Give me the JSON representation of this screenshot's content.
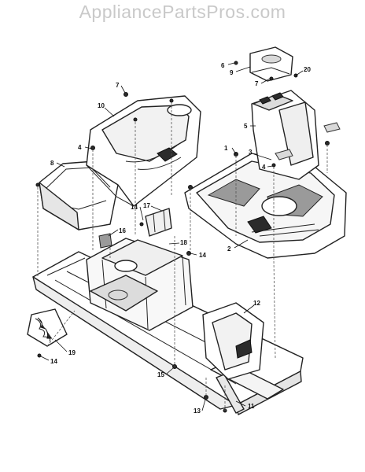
{
  "watermark": "AppliancePartsPros.com",
  "callouts": [
    {
      "id": "c1",
      "label": "1"
    },
    {
      "id": "c2",
      "label": "2"
    },
    {
      "id": "c3",
      "label": "3"
    },
    {
      "id": "c4a",
      "label": "4"
    },
    {
      "id": "c4b",
      "label": "4"
    },
    {
      "id": "c5",
      "label": "5"
    },
    {
      "id": "c6",
      "label": "6"
    },
    {
      "id": "c7a",
      "label": "7"
    },
    {
      "id": "c7b",
      "label": "7"
    },
    {
      "id": "c8",
      "label": "8"
    },
    {
      "id": "c9",
      "label": "9"
    },
    {
      "id": "c10",
      "label": "10"
    },
    {
      "id": "c11",
      "label": "11"
    },
    {
      "id": "c12",
      "label": "12"
    },
    {
      "id": "c13",
      "label": "13"
    },
    {
      "id": "c14a",
      "label": "14"
    },
    {
      "id": "c14b",
      "label": "14"
    },
    {
      "id": "c14c",
      "label": "14"
    },
    {
      "id": "c15",
      "label": "15"
    },
    {
      "id": "c16",
      "label": "16"
    },
    {
      "id": "c17",
      "label": "17"
    },
    {
      "id": "c18",
      "label": "18"
    },
    {
      "id": "c19",
      "label": "19"
    },
    {
      "id": "c20",
      "label": "20"
    }
  ]
}
